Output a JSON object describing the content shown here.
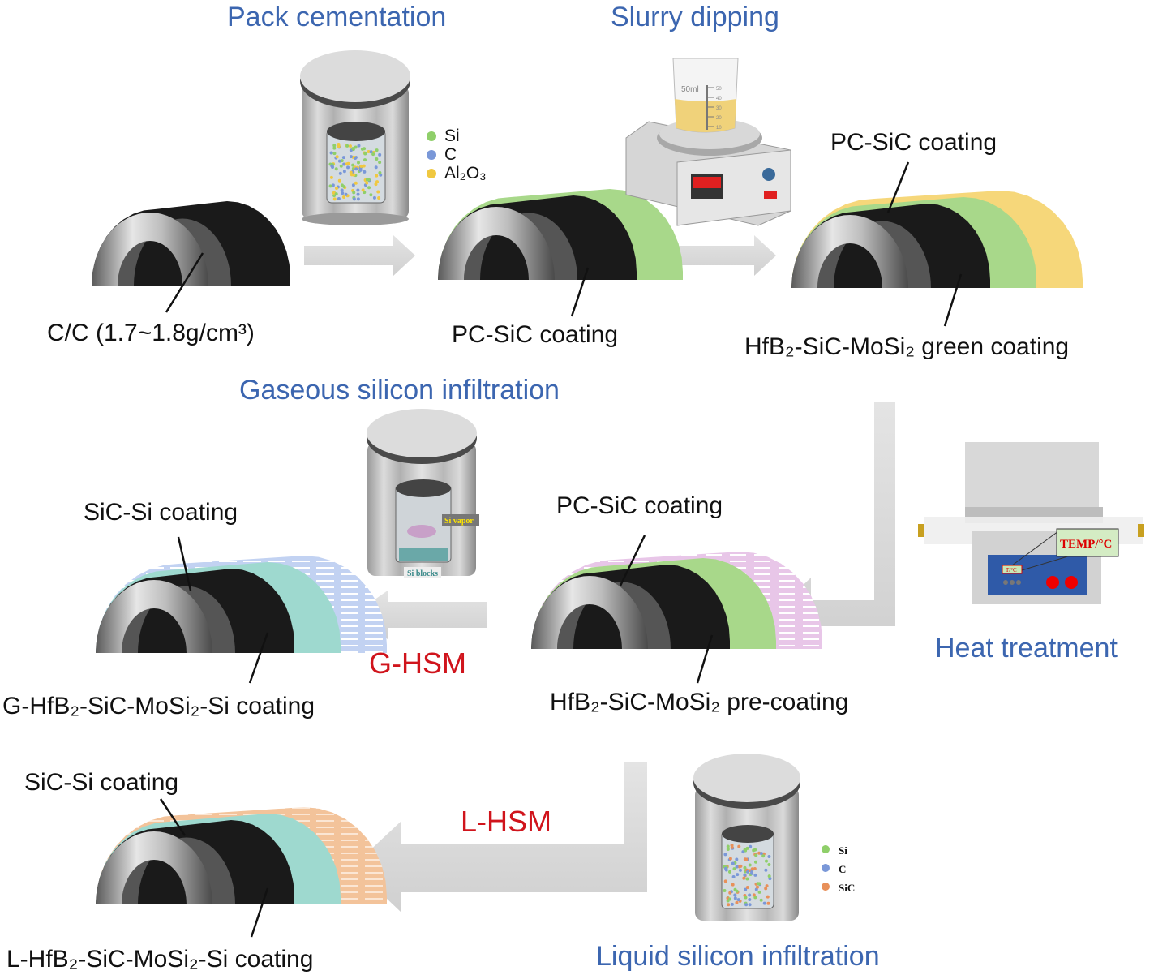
{
  "steps": {
    "pack": "Pack cementation",
    "slurry": "Slurry dipping",
    "gaseous": "Gaseous silicon infiltration",
    "heat": "Heat treatment",
    "liquid": "Liquid silicon infiltration",
    "ghsm": "G-HSM",
    "lhsm": "L-HSM"
  },
  "labels": {
    "cc": "C/C (1.7~1.8g/cm³)",
    "pcsic1": "PC-SiC coating",
    "pcsic2": "PC-SiC coating",
    "green": "HfB₂-SiC-MoSi₂ green coating",
    "pcsic3": "PC-SiC coating",
    "precoat": "HfB₂-SiC-MoSi₂ pre-coating",
    "sicsi1": "SiC-Si coating",
    "gcoat": "G-HfB₂-SiC-MoSi₂-Si coating",
    "sicsi2": "SiC-Si coating",
    "lcoat": "L-HfB₂-SiC-MoSi₂-Si coating"
  },
  "legend_pack": [
    {
      "label": "Si",
      "color": "#8fcf6a"
    },
    {
      "label": "C",
      "color": "#7a98d8"
    },
    {
      "label": "Al₂O₃",
      "color": "#f0c840"
    }
  ],
  "legend_liquid": [
    {
      "label": "Si",
      "color": "#8fcf6a"
    },
    {
      "label": "C",
      "color": "#7a98d8"
    },
    {
      "label": "SiC",
      "color": "#e8905a"
    }
  ],
  "equipment": {
    "beaker_volume": "50ml",
    "beaker_ticks": [
      "50",
      "40",
      "30",
      "20",
      "10"
    ],
    "si_vapor": "Si vapor",
    "si_blocks": "Si blocks",
    "temp_big": "TEMP/°C",
    "temp_small": "T/°C"
  },
  "colors": {
    "carbon": "#1a1a1a",
    "pcsic": "#a8d88a",
    "green_coating": "#f6d77a",
    "precoat": "#e8c6e8",
    "sicsi": "#9ed9cf",
    "g_coat": "#c8d6f2",
    "l_coat": "#f3c39a"
  }
}
